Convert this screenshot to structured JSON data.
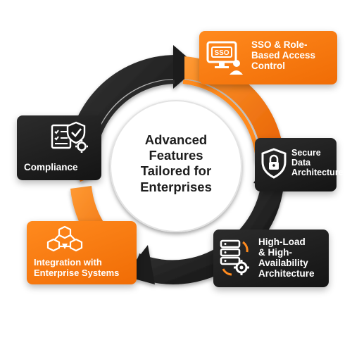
{
  "center": {
    "title": "Advanced\nFeatures\nTailored for\nEnterprises"
  },
  "features": {
    "sso": {
      "label": "SSO & Role-\nBased Access\nControl",
      "icon_text": "SSO",
      "icon": "sso-monitor-user-icon"
    },
    "secure_data": {
      "label": "Secure\nData\nArchitecture",
      "icon": "shield-lock-icon"
    },
    "high_load": {
      "label": "High-Load\n& High-\nAvailability\nArchitecture",
      "icon": "server-gear-icon"
    },
    "integration": {
      "label": "Integration with\nEnterprise Systems",
      "icon": "connected-boxes-icon"
    },
    "compliance": {
      "label": "Compliance",
      "icon": "checklist-shield-gear-icon"
    }
  },
  "colors": {
    "orange": "#F7770F",
    "dark": "#1E1E1E",
    "white": "#FFFFFF"
  }
}
